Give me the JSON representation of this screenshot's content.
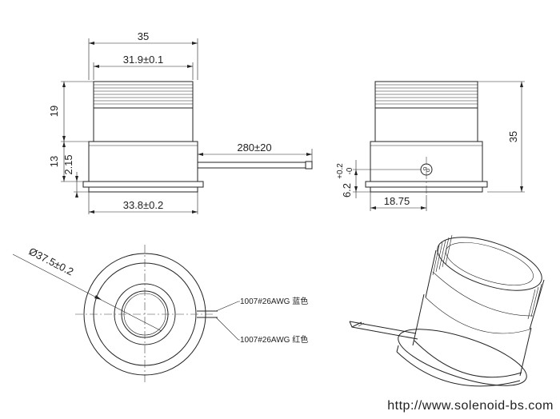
{
  "dimensions": {
    "overall_width": "35",
    "thread_diameter": "31.9±0.1",
    "upper_height": "19",
    "lower_height": "13",
    "flange_height": "2.15",
    "base_diameter": "33.8±0.2",
    "lead_length": "280±20",
    "overall_height": "35",
    "hole_offset": "6.2",
    "hole_tolerance_upper": "+0.2",
    "hole_tolerance_lower": "-0",
    "hole_position": "18.75",
    "flange_diameter": "Ø37.5±0.2"
  },
  "wires": {
    "blue": "1007#26AWG 蓝色",
    "red": "1007#26AWG 红色"
  },
  "watermark": "http://www.solenoid-bs.com"
}
